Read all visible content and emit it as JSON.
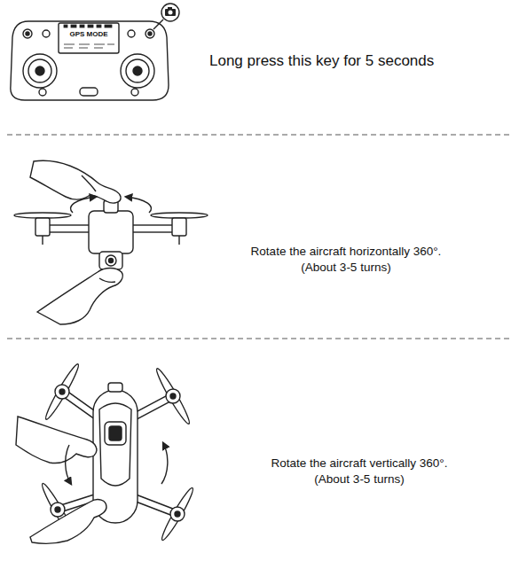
{
  "diagram": {
    "labels": [
      "GPS MODE",
      "Long press this key for 5 seconds",
      "Rotate the aircraft horizontally 360°.",
      "(About 3-5 turns)",
      "Rotate the aircraft vertically 360°.",
      "(About 3-5 turns)"
    ]
  }
}
